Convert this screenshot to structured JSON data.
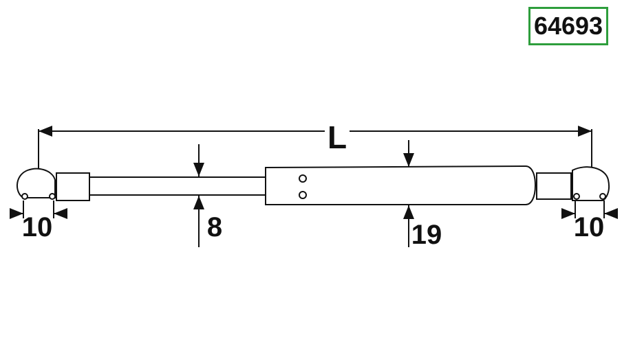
{
  "part_number": "64693",
  "dimensions": {
    "length_label": "L",
    "rod_diameter": "8",
    "body_diameter": "19",
    "left_end": "10",
    "right_end": "10"
  },
  "colors": {
    "badge_border": "#2e9e3c",
    "ink": "#111111"
  }
}
